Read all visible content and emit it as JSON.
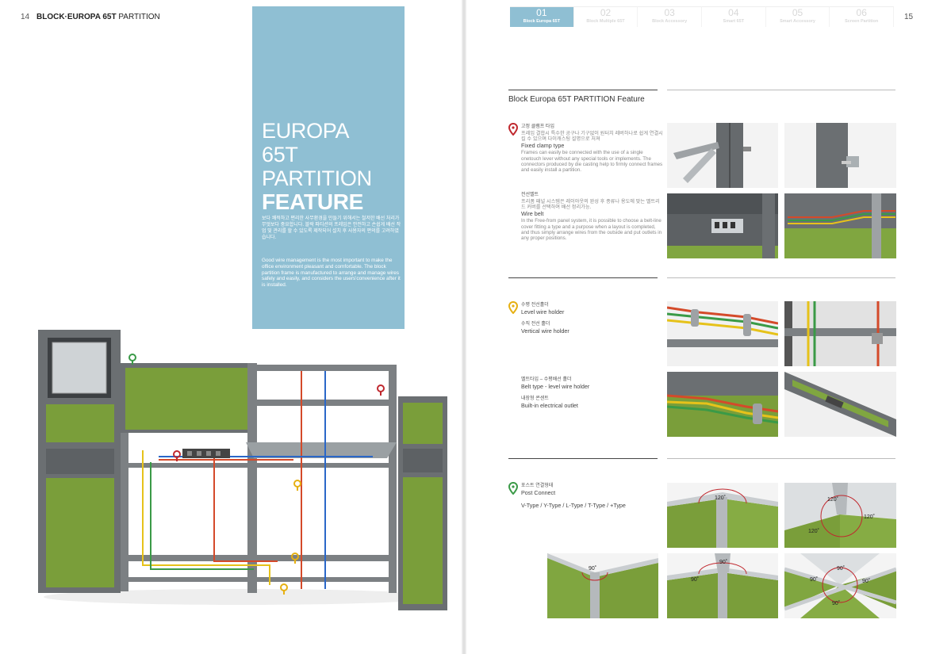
{
  "left_page": {
    "page_number": "14",
    "title_bold": "BLOCK·EUROPA 65T",
    "title_regular": "PARTITION",
    "big_title": {
      "line1": "EUROPA",
      "line2": "65T",
      "line3": "PARTITION",
      "line4": "FEATURE"
    },
    "intro_kr": "보다 쾌적하고 편리한 사무환경을 만들기 위해서는 철저한 배선 처리가 무엇보다 중요합니다. 블락 파티션의 프레임은 안전하고 손쉽게 배선 작업 및 관리를 할 수 있도록 제작되어 설치 후 사용자의 편의를 고려하였습니다.",
    "intro_en": "Good wire management is the most important to make the office environment pleasant and comfortable. The block partition frame is manufactured to arrange and manage wires safely and easily, and considers the users'convenience after it is installed."
  },
  "right_page": {
    "page_number": "15",
    "tabs": [
      {
        "num": "01",
        "label": "Block Europa 65T"
      },
      {
        "num": "02",
        "label": "Block Multiple 65T"
      },
      {
        "num": "03",
        "label": "Block Accessory"
      },
      {
        "num": "04",
        "label": "Smart 65T"
      },
      {
        "num": "05",
        "label": "Smart Accessory"
      },
      {
        "num": "06",
        "label": "Screen Partition"
      }
    ],
    "section_title": "Block Europa 65T PARTITION Feature",
    "features": {
      "fixed_clamp": {
        "kr": "고정 클램프 타입",
        "kr_desc": "프레임 결합시 특수한 공구나 기구없이 원터치 레버하나로 쉽게 연결시킬 수 있으며 다이캐스팅 설명으로 처져",
        "en": "Fixed clamp type",
        "desc": "Frames can easily be connected with the use of a single onetouch lever without any special tools or implements. The connectors produced by die casting help to firmly connect frames and easily install a partition."
      },
      "wire_belt": {
        "kr": "전선벨트",
        "kr_desc": "프리폼 패널 시스템은 레이아웃의 완성 후 종류나 용도에 맞는 벨트리드 커버를 선택하여 배선 정리가능.",
        "en": "Wire belt",
        "desc": "In the Free-from panel system, it is possible to choose a belt-line cover fitting a type and a purpose when a layout is completed, and thus simply arrange wires from the outside and put outlets in any proper positions."
      },
      "level_wire": {
        "kr": "수평 전선홀더",
        "en": "Level wire holder"
      },
      "vertical_wire": {
        "kr": "수직 전선 홀더",
        "en": "Vertical wire holder"
      },
      "belt_type": {
        "kr": "벨트타입 – 수평배선 홀더",
        "en": "Belt type - level wire holder"
      },
      "outlet": {
        "kr": "내장형 콘센트",
        "en": "Built-in electrical outlet"
      },
      "post_connect": {
        "kr": "포스트 연결형태",
        "en": "Post Connect",
        "types": "V-Type  /  Y-Type  /  L-Type  /  T-Type  /  +Type"
      }
    },
    "angles": {
      "a120": "120˚",
      "a90": "90˚"
    }
  },
  "colors": {
    "accent_blue": "#8fbfd3",
    "panel_green": "#7a9e3a",
    "frame_gray": "#6b6f72",
    "pin_red": "#c0282e",
    "pin_yellow": "#e6b012",
    "pin_green": "#3a9a47"
  },
  "icons": {
    "pin": "location-pin-icon"
  }
}
